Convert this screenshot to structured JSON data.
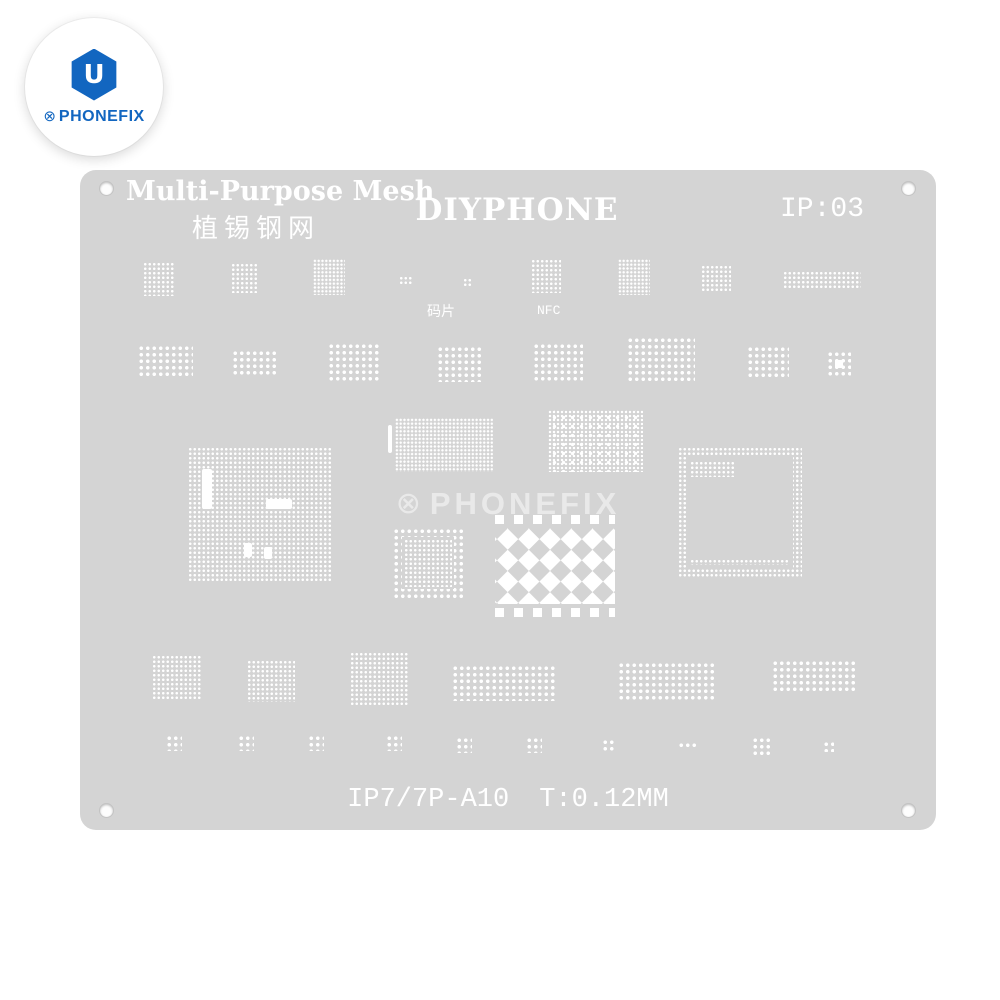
{
  "brand": {
    "logo_glyph": "U",
    "logo_prefix_icon": "⊗",
    "logo_text": "PHONEFIX"
  },
  "plate": {
    "title_en": "Multi-Purpose Mesh",
    "title_cn": "植锡钢网",
    "center_brand": "DIYPHONE",
    "code": "IP:03",
    "label_chip": "码片",
    "label_nfc": "NFC",
    "watermark_icon": "⊗",
    "watermark_text": "PHONEFIX",
    "footer_model": "IP7/7P-A10",
    "footer_thickness": "T:0.12MM"
  },
  "colors": {
    "brand_blue": "#1266c0",
    "plate_gray": "#d4d4d4",
    "pad_white": "#ffffff"
  }
}
